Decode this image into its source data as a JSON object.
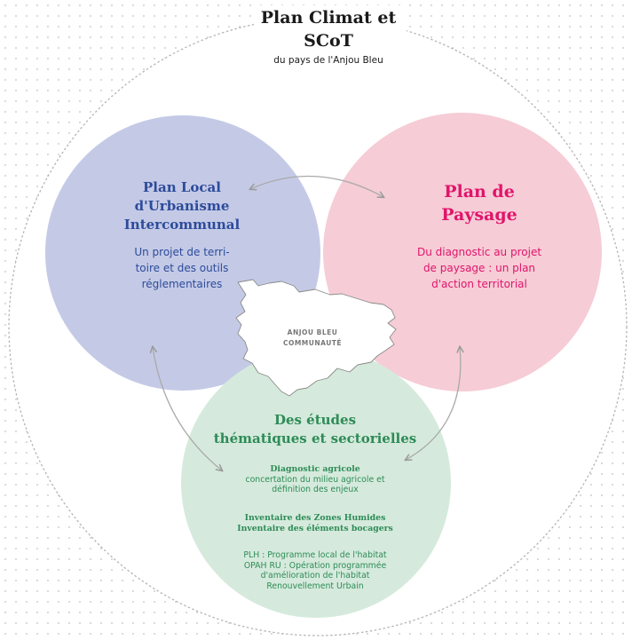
{
  "main": {
    "title_line1": "Plan Climat et",
    "title_line2": "SCoT",
    "subtitle": "du pays de l'Anjou Bleu"
  },
  "plui": {
    "title_line1": "Plan Local",
    "title_line2": "d'Urbanisme",
    "title_line3": "Intercommunal",
    "desc_line1": "Un projet de terri-",
    "desc_line2": "toire et des outils",
    "desc_line3": "réglementaires"
  },
  "paysage": {
    "title_line1": "Plan de",
    "title_line2": "Paysage",
    "desc_line1": "Du diagnostic au projet",
    "desc_line2": "de paysage : un plan",
    "desc_line3": "d'action territorial"
  },
  "center": {
    "line1": "ANJOU BLEU",
    "line2": "COMMUNAUTÉ"
  },
  "etudes": {
    "title_line1": "Des études",
    "title_line2": "thématiques et sectorielles",
    "g1_line1": "Diagnostic agricole",
    "g1_line2": "concertation du milieu agricole et",
    "g1_line3": "définition des enjeux",
    "g2_line1": "Inventaire des Zones Humides",
    "g2_line2": "Inventaire des éléments bocagers",
    "g3_line1": "PLH : Programme local de l'habitat",
    "g3_line2": "OPAH RU : Opération programmée",
    "g3_line3": "d'amélioration de l'habitat",
    "g3_line4": "Renouvellement Urbain"
  },
  "colors": {
    "plui_circle": "#c4cae6",
    "paysage_circle": "#f6ccd6",
    "etudes_circle": "#d5eadc",
    "plui_text": "#2d4b9b",
    "paysage_text": "#e0156b",
    "etudes_text": "#2e8b57",
    "arrow": "#aaaaaa",
    "outer_border": "#b5b5b5"
  }
}
